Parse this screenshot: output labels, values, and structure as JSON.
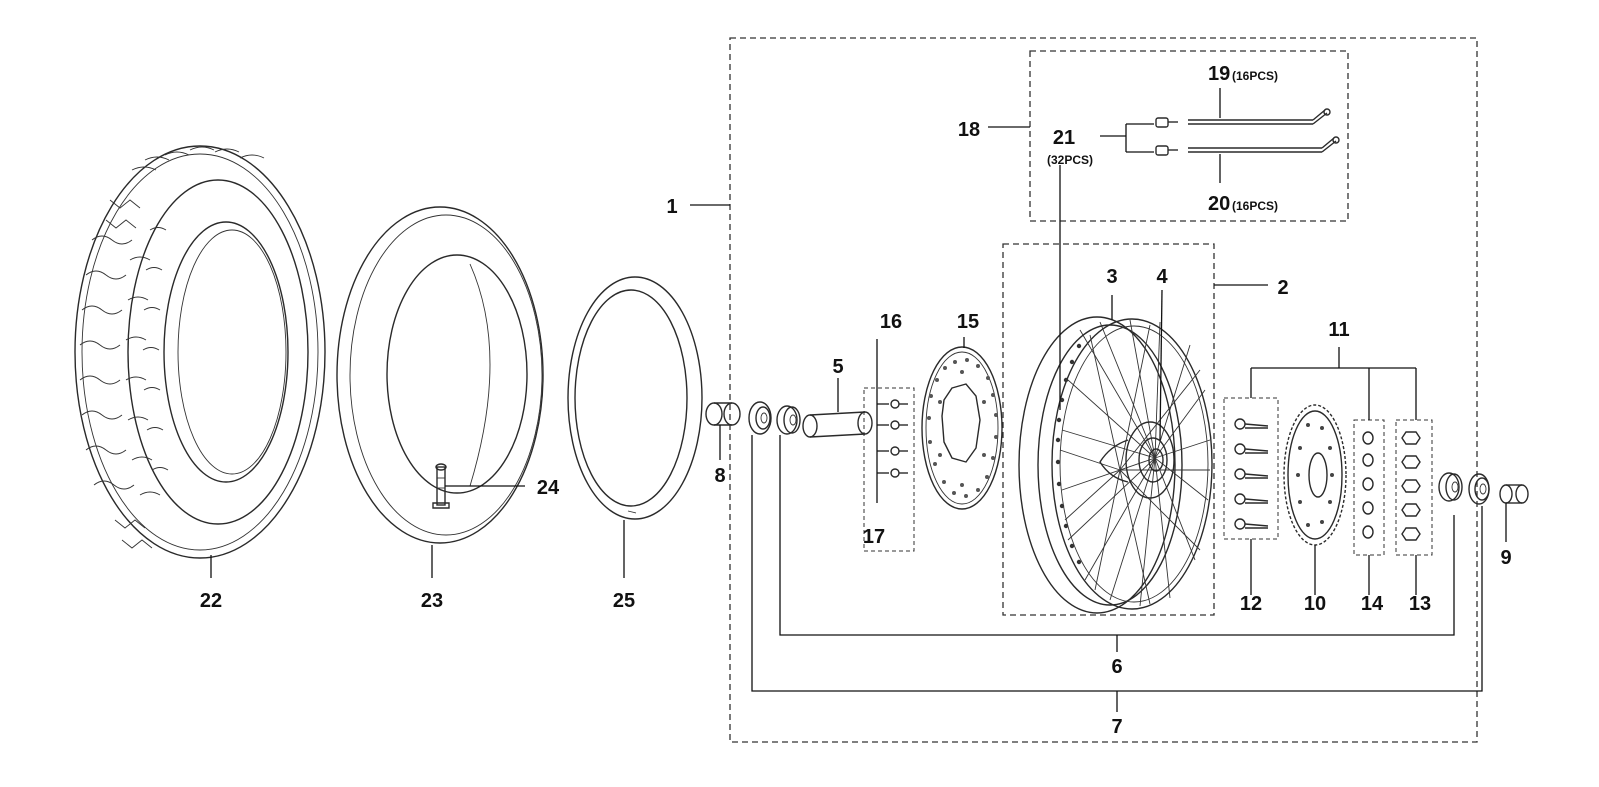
{
  "diagram": {
    "callouts": {
      "c1": "1",
      "c2": "2",
      "c3": "3",
      "c4": "4",
      "c5": "5",
      "c6": "6",
      "c7": "7",
      "c8": "8",
      "c9": "9",
      "c10": "10",
      "c11": "11",
      "c12": "12",
      "c13": "13",
      "c14": "14",
      "c15": "15",
      "c16": "16",
      "c17": "17",
      "c18": "18",
      "c19": "19",
      "c20": "20",
      "c21": "21",
      "c22": "22",
      "c23": "23",
      "c24": "24",
      "c25": "25"
    },
    "quantities": {
      "q19": "(16PCS)",
      "q20": "(16PCS)",
      "q21": "(32PCS)"
    }
  }
}
